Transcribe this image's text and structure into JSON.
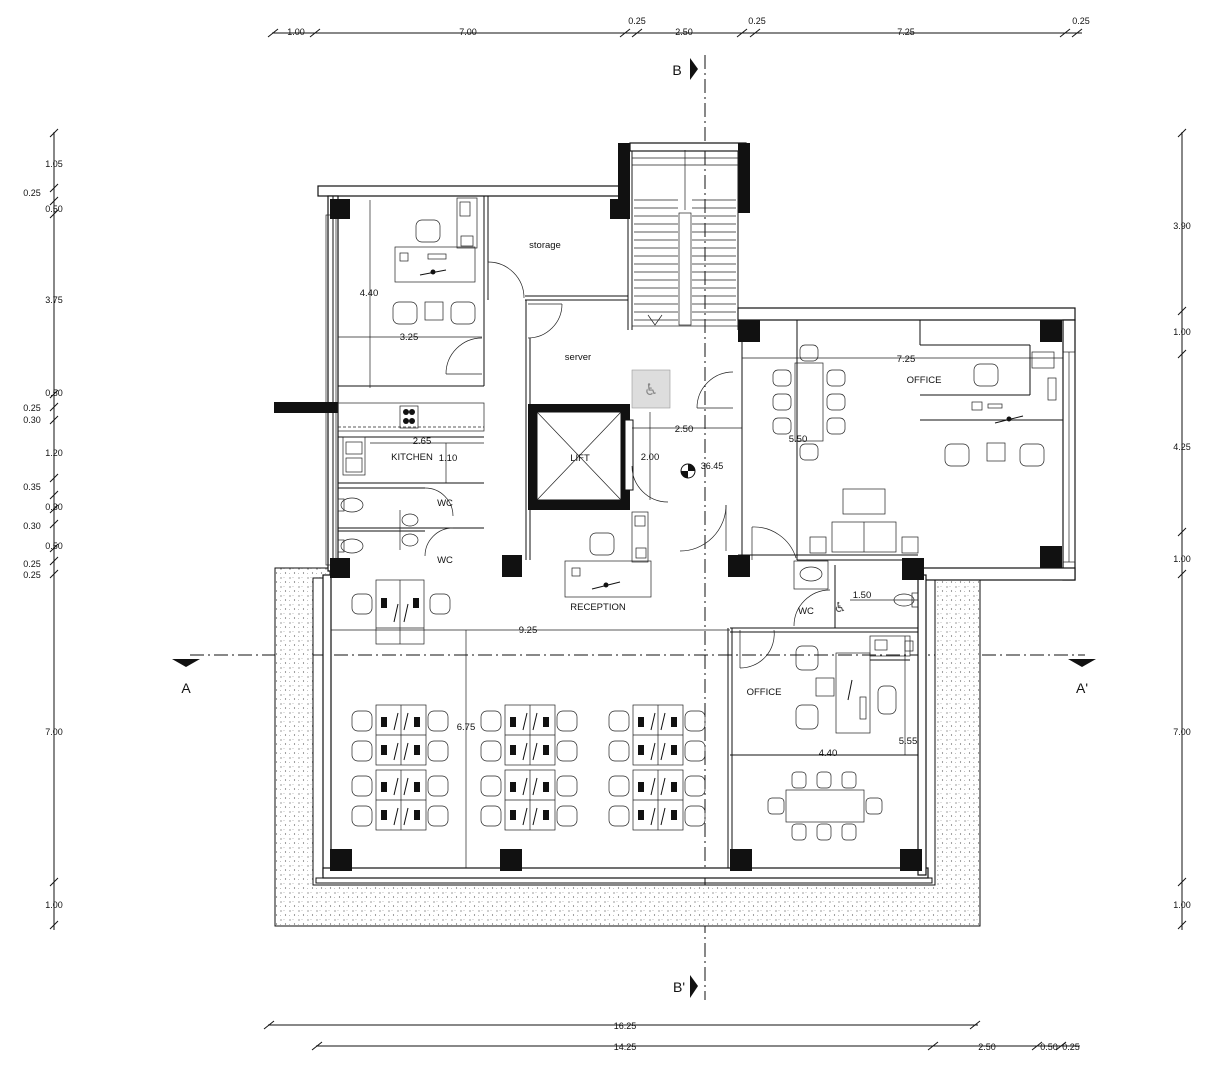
{
  "dimensions": {
    "top": [
      "1.00",
      "7.00",
      "0.25",
      "2.50",
      "0.25",
      "7.25",
      "0.25"
    ],
    "left": [
      "1.05",
      "0.25",
      "0.50",
      "3.75",
      "0.50",
      "0.25",
      "0.30",
      "1.20",
      "0.35",
      "0.30",
      "0.30",
      "0.50",
      "0.25",
      "0.25",
      "7.00",
      "1.00"
    ],
    "right": [
      "3.90",
      "1.00",
      "4.25",
      "1.00",
      "7.00",
      "1.00"
    ],
    "bottom_overall": "16.25",
    "bottom_segments": [
      "14.25",
      "2.50",
      "0.50",
      "0.25"
    ],
    "interior": {
      "d_440_left": "4.40",
      "d_325": "3.25",
      "d_265": "2.65",
      "d_110": "1.10",
      "d_250": "2.50",
      "d_200": "2.00",
      "d_3645": "36.45",
      "d_725": "7.25",
      "d_550": "5.50",
      "d_150": "1.50",
      "d_925": "9.25",
      "d_675": "6.75",
      "d_440_right": "4.40",
      "d_555": "5.55"
    }
  },
  "rooms": {
    "storage": "storage",
    "server": "server",
    "kitchen": "KITCHEN",
    "wc1": "WC",
    "wc2": "WC",
    "wc3": "WC",
    "lift": "LIFT",
    "reception": "RECEPTION",
    "office_right": "OFFICE",
    "office_lower": "OFFICE"
  },
  "sections": {
    "a": "A",
    "a_prime": "A'",
    "b": "B",
    "b_prime": "B'"
  }
}
